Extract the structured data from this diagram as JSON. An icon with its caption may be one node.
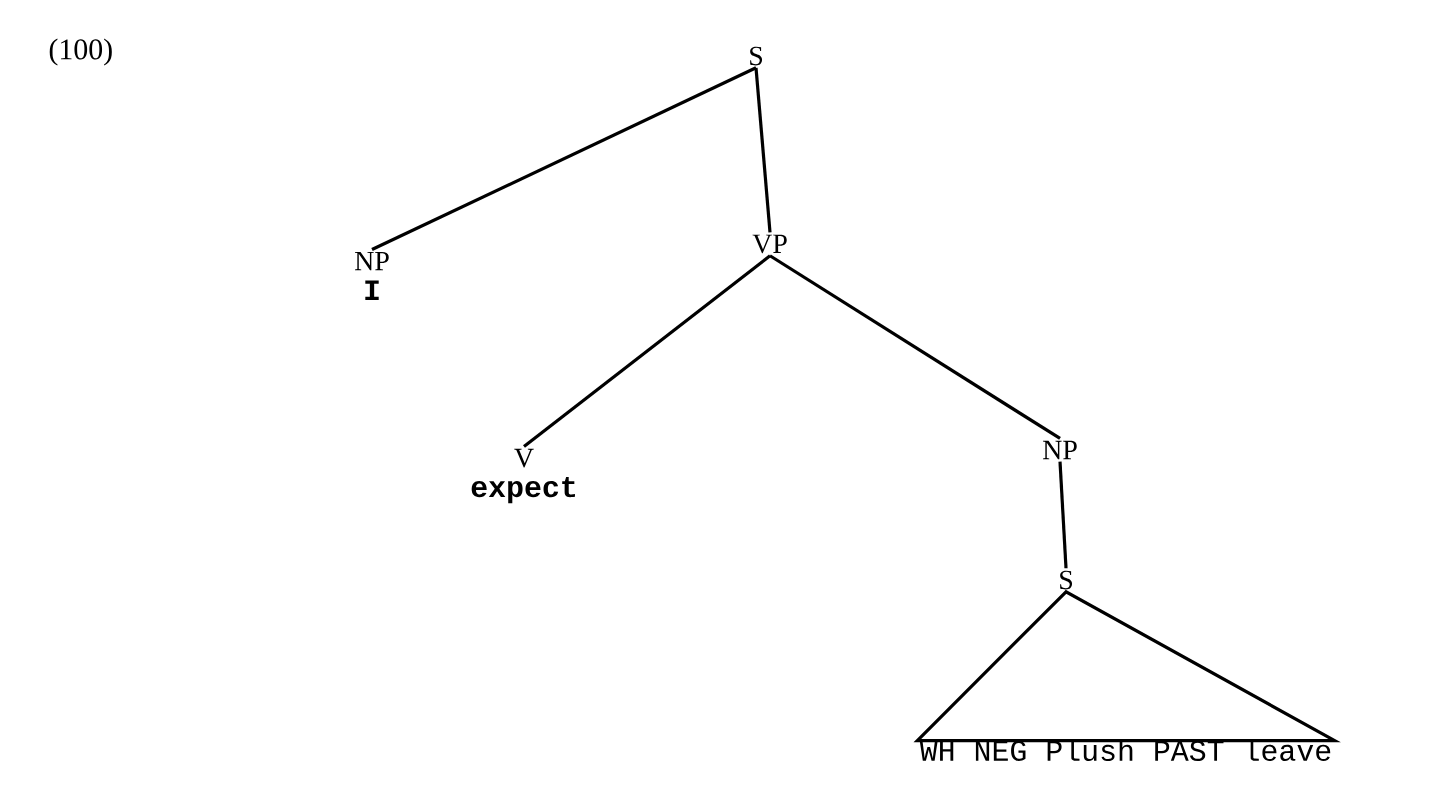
{
  "diagram": {
    "nodes": [
      {
        "text": [
          "S"
        ]
      },
      {
        "text": [
          "NP",
          "I"
        ]
      },
      {
        "text": [
          "VP"
        ]
      },
      {
        "text": [
          "V",
          "expect"
        ]
      },
      {
        "text": [
          "NP"
        ]
      },
      {
        "text": [
          "S"
        ]
      },
      {
        "text": [
          "WH NEG Plush PAST leave"
        ]
      }
    ],
    "edges": [
      {
        "from": 0,
        "to": 1,
        "arrow": "none"
      },
      {
        "from": 0,
        "to": 2,
        "arrow": "none"
      },
      {
        "from": 2,
        "to": 3,
        "arrow": "none"
      },
      {
        "from": 2,
        "to": 4,
        "arrow": "none"
      },
      {
        "from": 4,
        "to": 5,
        "arrow": "none"
      },
      {
        "from": 5,
        "to": 6,
        "arrow": "none"
      }
    ],
    "labels": [
      "(100)"
    ]
  }
}
